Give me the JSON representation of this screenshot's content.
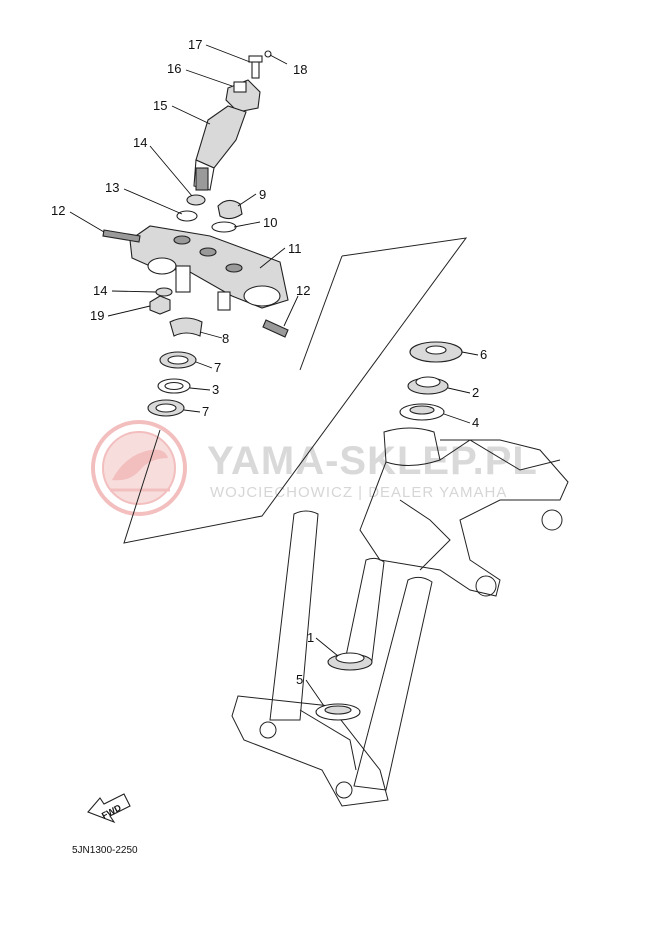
{
  "callouts": [
    {
      "id": "17",
      "label": "17"
    },
    {
      "id": "18",
      "label": "18"
    },
    {
      "id": "16",
      "label": "16"
    },
    {
      "id": "15",
      "label": "15"
    },
    {
      "id": "14a",
      "label": "14"
    },
    {
      "id": "13",
      "label": "13"
    },
    {
      "id": "9",
      "label": "9"
    },
    {
      "id": "10",
      "label": "10"
    },
    {
      "id": "12a",
      "label": "12"
    },
    {
      "id": "11",
      "label": "11"
    },
    {
      "id": "14b",
      "label": "14"
    },
    {
      "id": "12b",
      "label": "12"
    },
    {
      "id": "19",
      "label": "19"
    },
    {
      "id": "8",
      "label": "8"
    },
    {
      "id": "7a",
      "label": "7"
    },
    {
      "id": "3",
      "label": "3"
    },
    {
      "id": "7b",
      "label": "7"
    },
    {
      "id": "6",
      "label": "6"
    },
    {
      "id": "2",
      "label": "2"
    },
    {
      "id": "4",
      "label": "4"
    },
    {
      "id": "1",
      "label": "1"
    },
    {
      "id": "5",
      "label": "5"
    }
  ],
  "watermark": {
    "brand": "YAMA-SKLEP.PL",
    "subtitle": "WOJCIECHOWICZ | DEALER YAMAHA",
    "logo_color": "#e98a8a"
  },
  "fwd_label": "FWD",
  "diagram_code": "5JN1300-2250"
}
